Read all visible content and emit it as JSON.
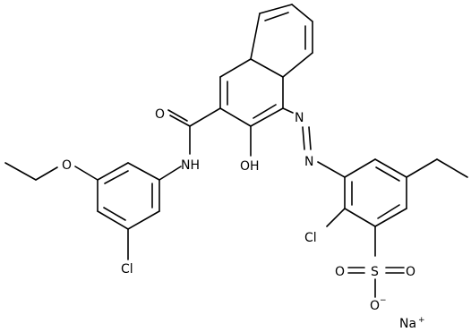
{
  "molecule": {
    "atom_labels": {
      "o_amide": "O",
      "nh": "NH",
      "oh": "OH",
      "n_azo_1": "N",
      "n_azo_2": "N",
      "o_ether": "O",
      "cl_anilide": "Cl",
      "cl_ring": "Cl",
      "s_sulfonate": "S",
      "o_sulfonyl_right": "O",
      "o_sulfonyl_left": "O",
      "o_sulfonate": "O",
      "charge_minus": "−",
      "na": "Na",
      "charge_plus": "+"
    }
  }
}
